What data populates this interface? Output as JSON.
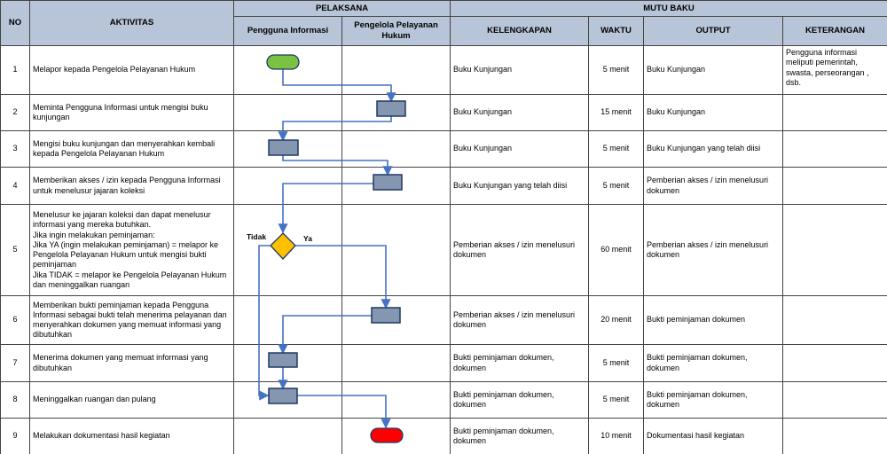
{
  "header": {
    "no": "NO",
    "aktivitas": "AKTIVITAS",
    "pelaksana": "PELAKSANA",
    "mutu_baku": "MUTU BAKU",
    "pengguna": "Pengguna Informasi",
    "pengelola": "Pengelola Pelayanan Hukum",
    "kelengkapan": "KELENGKAPAN",
    "waktu": "WAKTU",
    "output": "OUTPUT",
    "keterangan": "KETERANGAN"
  },
  "rows": [
    {
      "no": "1",
      "aktivitas": "Melapor kepada Pengelola Pelayanan Hukum",
      "kelengkapan": "Buku Kunjungan",
      "waktu": "5 menit",
      "output": "Buku Kunjungan",
      "keterangan": "Pengguna informasi meliputi pemerintah, swasta, perseorangan , dsb."
    },
    {
      "no": "2",
      "aktivitas": "Meminta Pengguna Informasi untuk mengisi buku kunjungan",
      "kelengkapan": "Buku Kunjungan",
      "waktu": "15 menit",
      "output": "Buku Kunjungan",
      "keterangan": ""
    },
    {
      "no": "3",
      "aktivitas": "Mengisi buku kunjungan dan menyerahkan kembali kepada Pengelola Pelayanan Hukum",
      "kelengkapan": "Buku Kunjungan",
      "waktu": "5 menit",
      "output": "Buku Kunjungan yang telah diisi",
      "keterangan": ""
    },
    {
      "no": "4",
      "aktivitas": "Memberikan akses / izin kepada Pengguna Informasi untuk menelusur jajaran koleksi",
      "kelengkapan": "Buku Kunjungan yang telah diisi",
      "waktu": "5 menit",
      "output": "Pemberian akses / izin menelusuri dokumen",
      "keterangan": ""
    },
    {
      "no": "5",
      "aktivitas": "Menelusur ke jajaran koleksi dan dapat menelusur informasi yang mereka butuhkan.\nJika ingin melakukan peminjaman:\nJika YA (ingin melakukan peminjaman) = melapor ke Pengelola Pelayanan Hukum untuk mengisi bukti peminjaman\nJika TIDAK = melapor ke Pengelola Pelayanan Hukum dan meninggalkan ruangan",
      "kelengkapan": "Pemberian akses / izin menelusuri dokumen",
      "waktu": "60 menit",
      "output": "Pemberian akses / izin menelusuri dokumen",
      "keterangan": ""
    },
    {
      "no": "6",
      "aktivitas": "Memberikan bukti peminjaman kepada Pengguna Informasi sebagai bukti telah menerima pelayanan dan menyerahkan dokumen yang memuat informasi yang dibutuhkan",
      "kelengkapan": "Pemberian akses / izin menelusuri dokumen",
      "waktu": "20 menit",
      "output": "Bukti peminjaman dokumen",
      "keterangan": ""
    },
    {
      "no": "7",
      "aktivitas": "Menerima dokumen yang memuat informasi yang dibutuhkan",
      "kelengkapan": "Bukti peminjaman dokumen, dokumen",
      "waktu": "5 menit",
      "output": "Bukti peminjaman dokumen, dokumen",
      "keterangan": ""
    },
    {
      "no": "8",
      "aktivitas": "Meninggalkan ruangan dan pulang",
      "kelengkapan": "Bukti peminjaman dokumen, dokumen",
      "waktu": "5 menit",
      "output": "Bukti peminjaman dokumen, dokumen",
      "keterangan": ""
    },
    {
      "no": "9",
      "aktivitas": "Melakukan dokumentasi hasil kegiatan",
      "kelengkapan": "Bukti peminjaman dokumen, dokumen",
      "waktu": "10 menit",
      "output": "Dokumentasi hasil kegiatan",
      "keterangan": ""
    }
  ],
  "flow": {
    "label_tidak": "Tidak",
    "label_ya": "Ya",
    "colors": {
      "line": "#4472c4",
      "process_fill": "#8496b0",
      "process_stroke": "#1f3864",
      "start_fill": "#7cc242",
      "end_fill": "#ff0000",
      "decision_fill": "#ffc000"
    }
  }
}
